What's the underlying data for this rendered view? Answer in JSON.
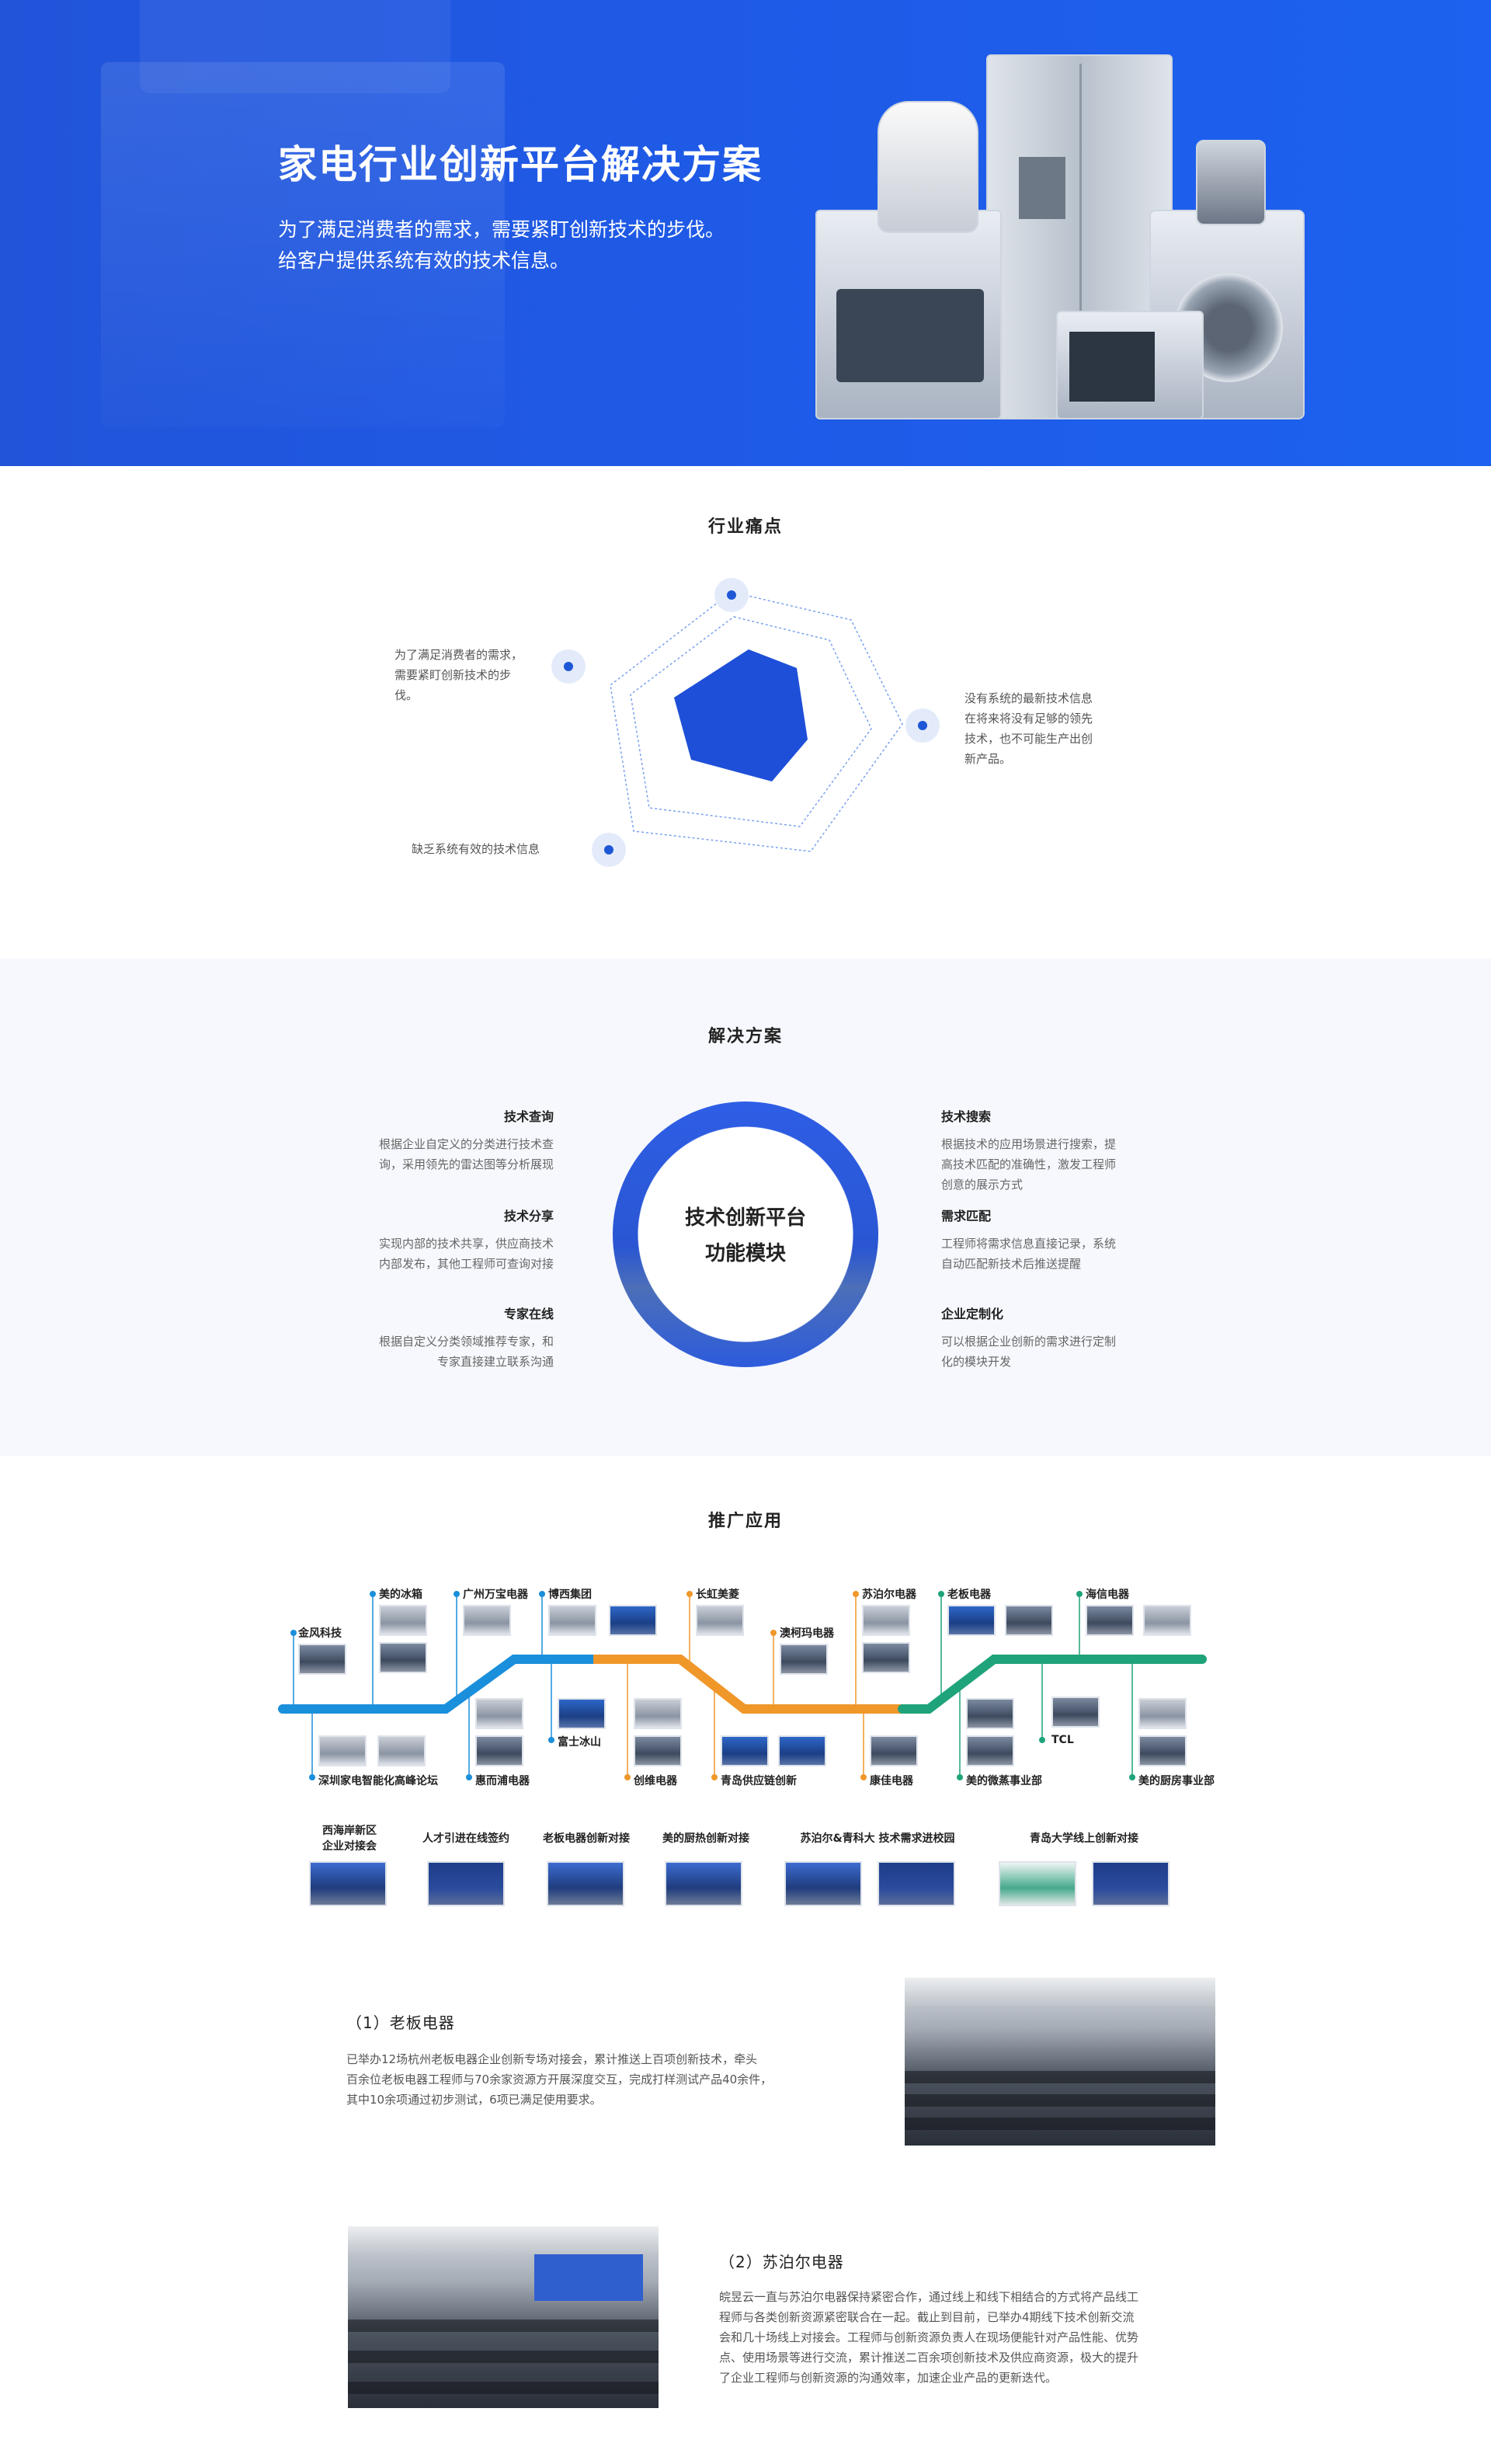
{
  "hero": {
    "title": "家电行业创新平台解决方案",
    "subtitle_line1": "为了满足消费者的需求，需要紧盯创新技术的步伐。",
    "subtitle_line2": "给客户提供系统有效的技术信息。"
  },
  "pain_points": {
    "title": "行业痛点",
    "items": [
      {
        "line1": "为了满足消费者的需求，",
        "line2": "需要紧盯创新技术的步",
        "line3": "伐。"
      },
      {
        "line1": "没有系统的最新技术信息",
        "line2": "在将来将没有足够的领先",
        "line3": "技术，也不可能生产出创",
        "line4": "新产品。"
      },
      {
        "line1": "缺乏系统有效的技术信息"
      }
    ]
  },
  "solution": {
    "title": "解决方案",
    "center_line1": "技术创新平台",
    "center_line2": "功能模块",
    "left": [
      {
        "title": "技术查询",
        "line1": "根据企业自定义的分类进行技术查",
        "line2": "询，采用领先的雷达图等分析展现"
      },
      {
        "title": "技术分享",
        "line1": "实现内部的技术共享，供应商技术",
        "line2": "内部发布，其他工程师可查询对接"
      },
      {
        "title": "专家在线",
        "line1": "根据自定义分类领域推荐专家，和",
        "line2": "专家直接建立联系沟通"
      }
    ],
    "right": [
      {
        "title": "技术搜索",
        "line1": "根据技术的应用场景进行搜索，提",
        "line2": "高技术匹配的准确性，激发工程师",
        "line3": "创意的展示方式"
      },
      {
        "title": "需求匹配",
        "line1": "工程师将需求信息直接记录，系统",
        "line2": "自动匹配新技术后推送提醒"
      },
      {
        "title": "企业定制化",
        "line1": "可以根据企业创新的需求进行定制",
        "line2": "化的模块开发"
      }
    ]
  },
  "promotion": {
    "title": "推广应用",
    "top_labels": [
      "金风科技",
      "美的冰箱",
      "广州万宝电器",
      "博西集团",
      "长虹美菱",
      "澳柯玛电器",
      "苏泊尔电器",
      "老板电器",
      "海信电器"
    ],
    "bottom_labels": [
      "深圳家电智能化高峰论坛",
      "惠而浦电器",
      "富士冰山",
      "创维电器",
      "青岛供应链创新",
      "康佳电器",
      "TCL",
      "美的微蒸事业部",
      "美的厨房事业部"
    ],
    "event_labels": [
      {
        "line1": "西海岸新区",
        "line2": "企业对接会"
      },
      {
        "line1": "人才引进在线签约"
      },
      {
        "line1": "老板电器创新对接"
      },
      {
        "line1": "美的厨热创新对接"
      },
      {
        "line1": "苏泊尔&青科大 技术需求进校园"
      },
      {
        "line1": "青岛大学线上创新对接"
      }
    ],
    "colors": {
      "blue": "#1a8fdb",
      "orange": "#f0972a",
      "green": "#1fa37a"
    }
  },
  "cases": [
    {
      "title": "（1）老板电器",
      "line1": "已举办12场杭州老板电器企业创新专场对接会，累计推送上百项创新技术，牵头",
      "line2": "百余位老板电器工程师与70余家资源方开展深度交互，完成打样测试产品40余件，",
      "line3": "其中10余项通过初步测试，6项已满足使用要求。"
    },
    {
      "title": "（2）苏泊尔电器",
      "line1": "皖昱云一直与苏泊尔电器保持紧密合作，通过线上和线下相结合的方式将产品线工",
      "line2": "程师与各类创新资源紧密联合在一起。截止到目前，已举办4期线下技术创新交流",
      "line3": "会和几十场线上对接会。工程师与创新资源负责人在现场便能针对产品性能、优势",
      "line4": "点、使用场景等进行交流，累计推送二百余项创新技术及供应商资源，极大的提升",
      "line5": "了企业工程师与创新资源的沟通效率，加速企业产品的更新迭代。"
    }
  ]
}
